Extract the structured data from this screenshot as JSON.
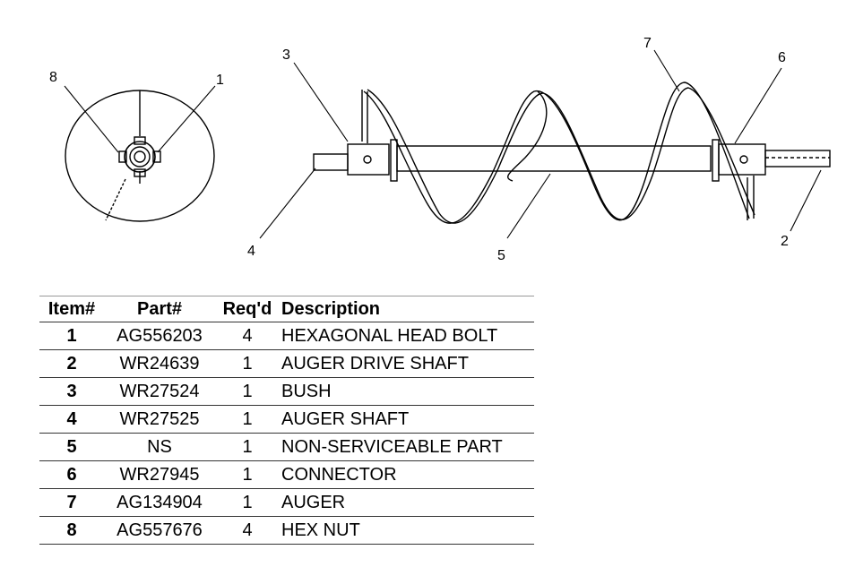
{
  "diagram": {
    "callouts": [
      "8",
      "1",
      "3",
      "4",
      "7",
      "6",
      "5",
      "2"
    ]
  },
  "table": {
    "headers": {
      "item": "Item#",
      "part": "Part#",
      "reqd": "Req'd",
      "description": "Description"
    },
    "rows": [
      {
        "item": "1",
        "part": "AG556203",
        "reqd": "4",
        "description": "HEXAGONAL HEAD BOLT"
      },
      {
        "item": "2",
        "part": "WR24639",
        "reqd": "1",
        "description": "AUGER DRIVE SHAFT"
      },
      {
        "item": "3",
        "part": "WR27524",
        "reqd": "1",
        "description": "BUSH"
      },
      {
        "item": "4",
        "part": "WR27525",
        "reqd": "1",
        "description": "AUGER SHAFT"
      },
      {
        "item": "5",
        "part": "NS",
        "reqd": "1",
        "description": "NON-SERVICEABLE PART"
      },
      {
        "item": "6",
        "part": "WR27945",
        "reqd": "1",
        "description": "CONNECTOR"
      },
      {
        "item": "7",
        "part": "AG134904",
        "reqd": "1",
        "description": "AUGER"
      },
      {
        "item": "8",
        "part": "AG557676",
        "reqd": "4",
        "description": "HEX NUT"
      }
    ]
  }
}
